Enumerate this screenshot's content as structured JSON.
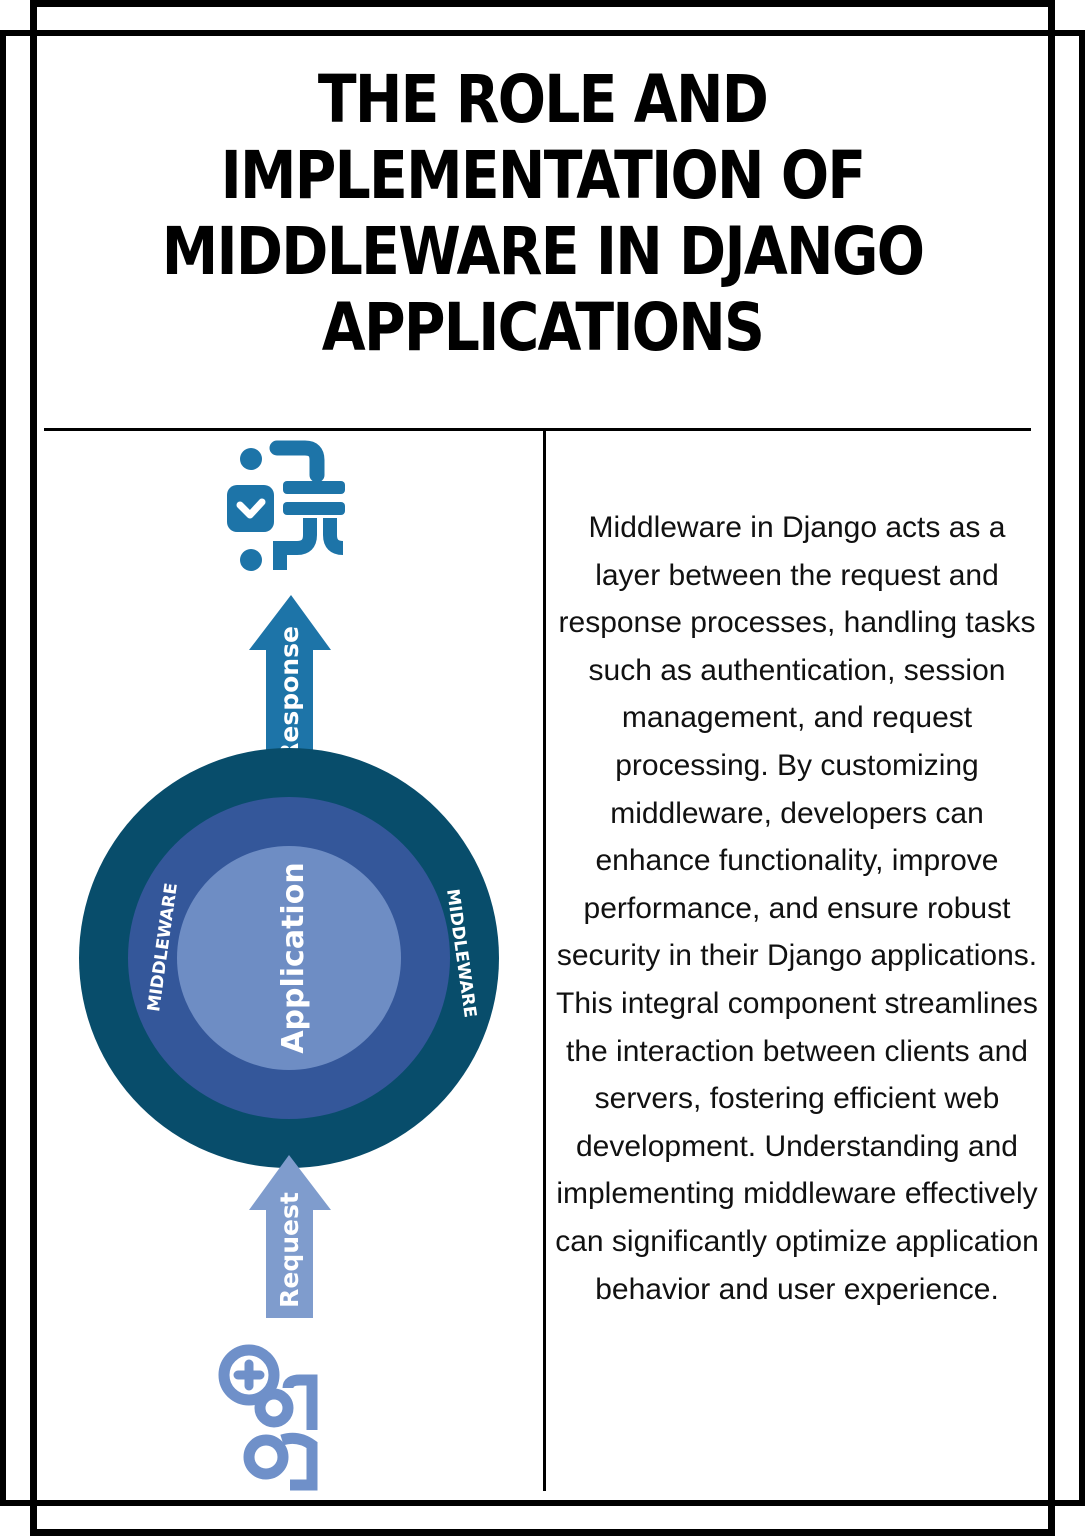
{
  "title": "THE ROLE AND IMPLEMENTATION OF MIDDLEWARE IN DJANGO APPLICATIONS",
  "diagram": {
    "response_label": "Response",
    "request_label": "Request",
    "center_label": "Application",
    "ring_label_left": "MIDDLEWARE",
    "ring_label_right": "MIDDLEWARE",
    "icons": {
      "top": "server-network-icon",
      "bottom": "users-add-icon"
    },
    "colors": {
      "outer_ring": "#084d6b",
      "middle_ring": "#34579a",
      "inner_circle": "#6e8dc4",
      "response_arrow": "#1d74a8",
      "request_arrow": "#7f9ccd",
      "top_icon": "#1d74a8",
      "bottom_icon": "#6f90c9"
    }
  },
  "description": "Middleware in Django acts as a layer between the request and response processes, handling tasks such as authentication, session management, and request processing. By customizing middleware, developers can enhance functionality, improve performance, and ensure robust security in their Django applications. This integral component streamlines the interaction between clients and servers, fostering efficient web development. Understanding and implementing middleware effectively can significantly optimize application behavior and user experience."
}
